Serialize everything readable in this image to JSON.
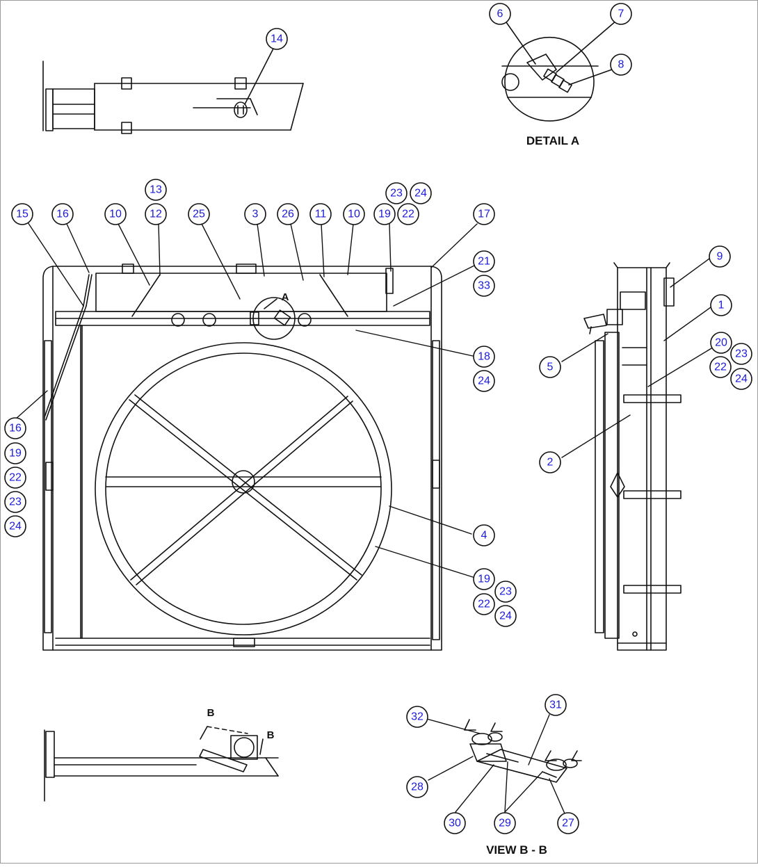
{
  "labels": {
    "detail_a": "DETAIL A",
    "view_bb": "VIEW B - B",
    "detail_ref": "A",
    "section_b_left": "B",
    "section_b_right": "B"
  },
  "callouts": {
    "c6": "6",
    "c7": "7",
    "c8": "8",
    "c14": "14",
    "c13": "13",
    "c23a": "23",
    "c24a": "24",
    "c15": "15",
    "c16a": "16",
    "c10a": "10",
    "c12": "12",
    "c25": "25",
    "c3": "3",
    "c26": "26",
    "c11": "11",
    "c10b": "10",
    "c19a": "19",
    "c22a": "22",
    "c17": "17",
    "c21": "21",
    "c33": "33",
    "c9": "9",
    "c1": "1",
    "c5": "5",
    "c20": "20",
    "c23b": "23",
    "c22b": "22",
    "c24b": "24",
    "c18": "18",
    "c24c": "24",
    "c2": "2",
    "c16b": "16",
    "c19b": "19",
    "c22c": "22",
    "c23c": "23",
    "c24d": "24",
    "c4": "4",
    "c19c": "19",
    "c23d": "23",
    "c22d": "22",
    "c24e": "24",
    "c32": "32",
    "c31": "31",
    "c28": "28",
    "c30": "30",
    "c29": "29",
    "c27": "27"
  }
}
